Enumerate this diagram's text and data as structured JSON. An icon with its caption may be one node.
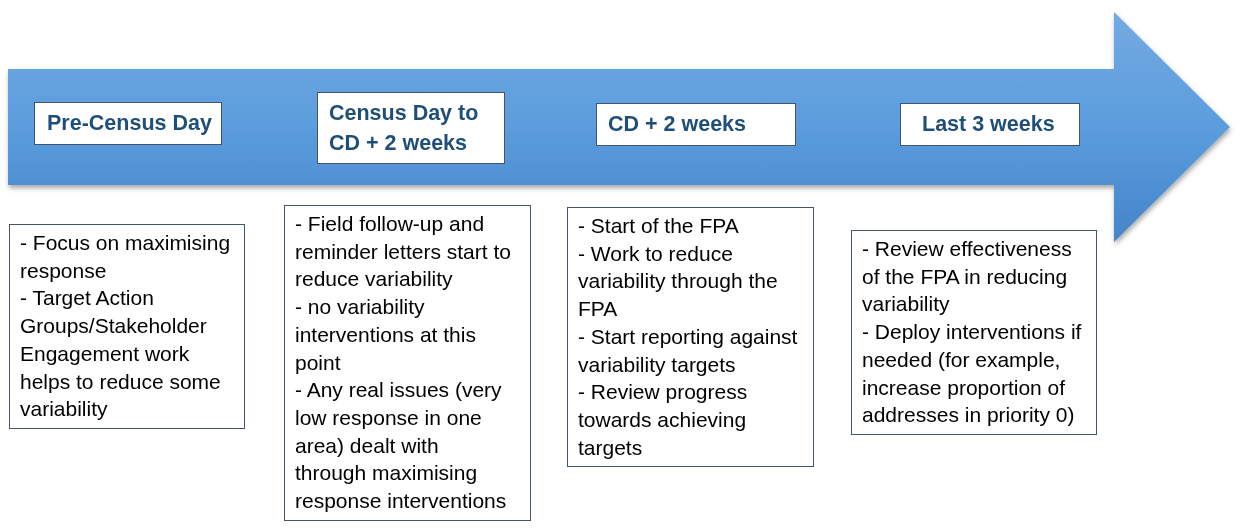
{
  "diagram": {
    "nodes": [
      {
        "text": [],
        "shape": "arrow"
      },
      {
        "text": [
          "Pre-Census Day"
        ],
        "in": 0
      },
      {
        "text": [
          "Census Day to CD + 2 weeks"
        ],
        "in": 0
      },
      {
        "text": [
          "CD + 2 weeks"
        ],
        "in": 0
      },
      {
        "text": [
          "Last 3 weeks"
        ],
        "in": 0
      },
      {
        "text": [
          "- Focus on maximising response",
          "- Target Action Groups/Stakeholder Engagement work helps to reduce some variability"
        ]
      },
      {
        "text": [
          "- Field follow-up and reminder letters start to reduce variability",
          "- no variability interventions at this point",
          "- Any real issues (very low response in one area) dealt with through maximising response interventions"
        ]
      },
      {
        "text": [
          "- Start of the FPA",
          "- Work to reduce variability through the FPA",
          "- Start reporting against variability targets",
          "- Review progress towards achieving targets"
        ]
      },
      {
        "text": [
          "- Review effectiveness of the FPA in reducing variability",
          "- Deploy interventions if needed (for example, increase proportion of addresses in priority 0)"
        ]
      }
    ]
  }
}
